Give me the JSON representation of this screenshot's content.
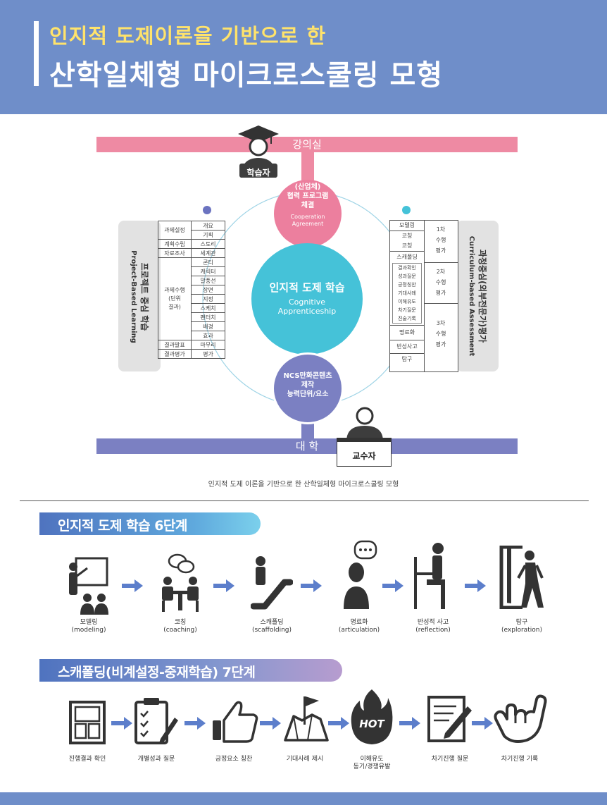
{
  "header": {
    "title_line1": "인지적 도제이론을 기반으로 한",
    "title_line2": "산학일체형 마이크로스쿨링 모형"
  },
  "diagram": {
    "top_bar": "강의실",
    "bottom_bar": "대 학",
    "learner": "학습자",
    "professor": "교수자",
    "pink_circle": {
      "l1": "(산업체)",
      "l2": "협력 프로그램",
      "l3": "체결",
      "en1": "Cooperation",
      "en2": "Agreement"
    },
    "main_circle": {
      "ko": "인지적 도제 학습",
      "en1": "Cognitive",
      "en2": "Apprenticeship"
    },
    "blue_circle": {
      "l1": "NCS만화콘텐츠",
      "l2": "제작",
      "l3": "능력단위/요소"
    },
    "left_panel": {
      "ko": "프로젝트 중심 학습",
      "en": "Project-Based Learning"
    },
    "right_panel": {
      "ko": "과정중심(외부전문가)평가",
      "en": "Curriculum-based Assessment"
    },
    "left_table": {
      "g1": "과제설정",
      "g1a": "개요",
      "g1b": "기획",
      "g2": "계획수립",
      "g2a": "스토리",
      "g3": "자료조사",
      "g3a": "세계관",
      "g4": "과제수행\n(단위\n결과)",
      "g4items": [
        "콘티",
        "캐릭터",
        "말풍선",
        "장면",
        "지정",
        "스케치",
        "펜터치",
        "배경",
        "효과"
      ],
      "g5": "결과발표",
      "g5a": "마무리",
      "g6": "결과평가",
      "g6a": "평가"
    },
    "right_table": {
      "modeling": "모델링",
      "coaching1": "코칭",
      "coaching2": "코칭",
      "scaffolding": "스캐폴딩",
      "scaffold_items": [
        "결과확인",
        "성과질문",
        "긍정칭찬",
        "기대사례",
        "이해유도",
        "차기질문",
        "진술기록"
      ],
      "articulation": "명료화",
      "reflection": "반성사고",
      "exploration": "탐구",
      "eval1": "1차\n수행\n평가",
      "eval2": "2차\n수행\n평가",
      "eval3": "3차\n수행\n평가"
    },
    "caption": "인지적 도제 이론을 기반으로 한 산학일체형 마이크로스쿨링 모형"
  },
  "section1": {
    "title": "인지적 도제 학습 6단계",
    "steps": [
      {
        "ko": "모델링",
        "en": "(modeling)",
        "icon": "presenter-icon"
      },
      {
        "ko": "코칭",
        "en": "(coaching)",
        "icon": "meeting-icon"
      },
      {
        "ko": "스캐폴딩",
        "en": "(scaffolding)",
        "icon": "escalator-icon"
      },
      {
        "ko": "명료화",
        "en": "(articulation)",
        "icon": "speaking-person-icon"
      },
      {
        "ko": "반성적 사고",
        "en": "(reflection)",
        "icon": "thinking-person-icon"
      },
      {
        "ko": "탐구",
        "en": "(exploration)",
        "icon": "exit-door-icon"
      }
    ]
  },
  "section2": {
    "title": "스캐폴딩(비계설정-중재학습) 7단계",
    "steps": [
      {
        "ko": "진행결과 확인",
        "icon": "layout-doc-icon"
      },
      {
        "ko": "개별성과 질문",
        "icon": "checklist-icon"
      },
      {
        "ko": "긍정요소 칭찬",
        "icon": "thumbs-up-icon"
      },
      {
        "ko": "기대사례 제시",
        "icon": "map-flag-icon"
      },
      {
        "ko": "이해유도\n동기/경쟁유발",
        "icon": "hot-flame-icon"
      },
      {
        "ko": "차기진행 질문",
        "icon": "doc-pen-icon"
      },
      {
        "ko": "차기진행 기록",
        "icon": "hand-sign-icon"
      }
    ]
  },
  "colors": {
    "header": "#6f8ec9",
    "title_accent": "#ffe36b",
    "pink": "#ee8aa3",
    "blue": "#7b80c2",
    "cyan": "#45c2d8",
    "icon": "#333333",
    "arrow": "#5c7ecb"
  }
}
